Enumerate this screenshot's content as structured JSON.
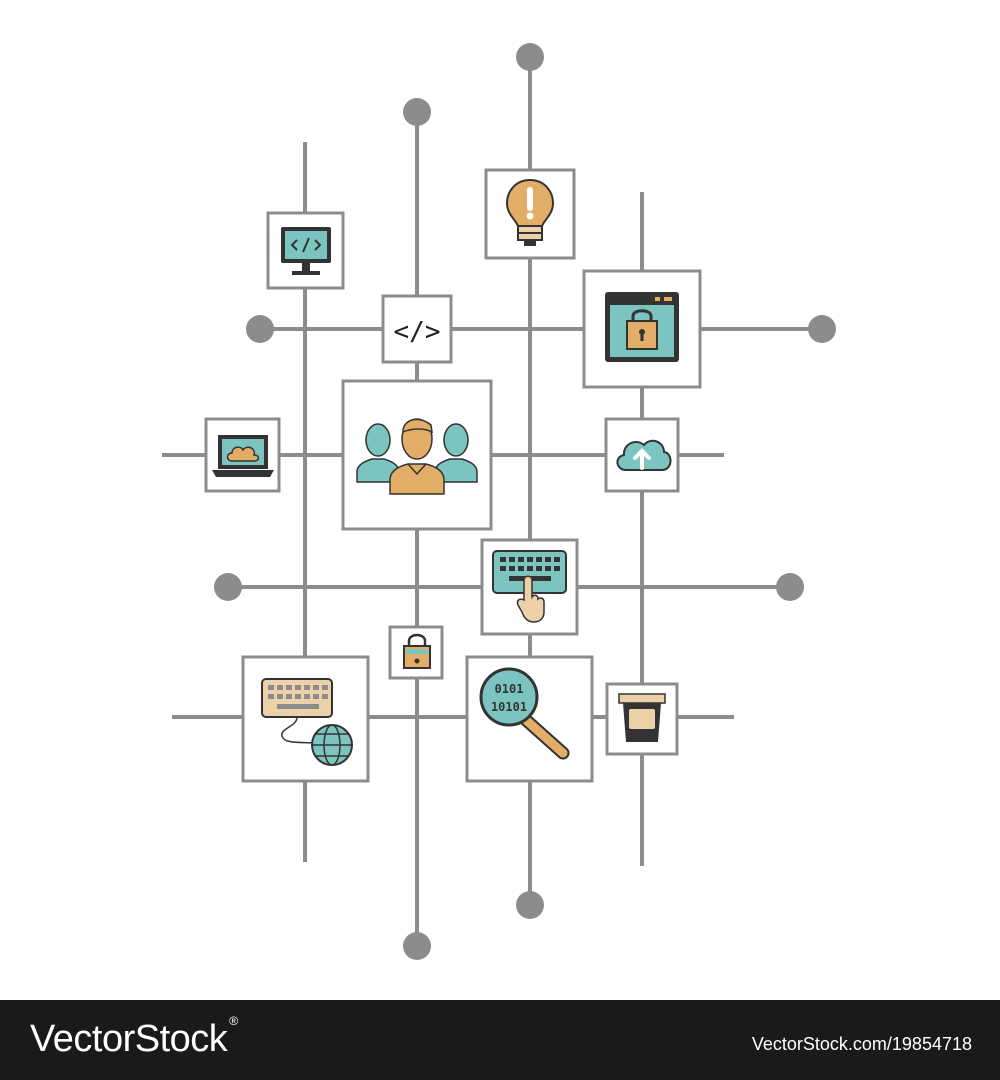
{
  "colors": {
    "line": "#8c8c8c",
    "node": "#8c8c8c",
    "box_border": "#8c8c8c",
    "teal": "#7cc4bf",
    "orange": "#e2ad66",
    "tan": "#ecd1a8",
    "dark": "#333333"
  },
  "diagram": {
    "code_tag_text": "</>",
    "binary_text_line1": "0101",
    "binary_text_line2": "10101",
    "icons": [
      "monitor-code-icon",
      "lightbulb-icon",
      "code-tag-icon",
      "browser-lock-icon",
      "laptop-cloud-icon",
      "team-users-icon",
      "cloud-upload-icon",
      "keyboard-touch-icon",
      "padlock-icon",
      "keyboard-globe-icon",
      "binary-search-icon",
      "printer-icon"
    ]
  },
  "footer": {
    "brand": "VectorStock",
    "registered_mark": "®",
    "image_id": "VectorStock.com/19854718"
  }
}
